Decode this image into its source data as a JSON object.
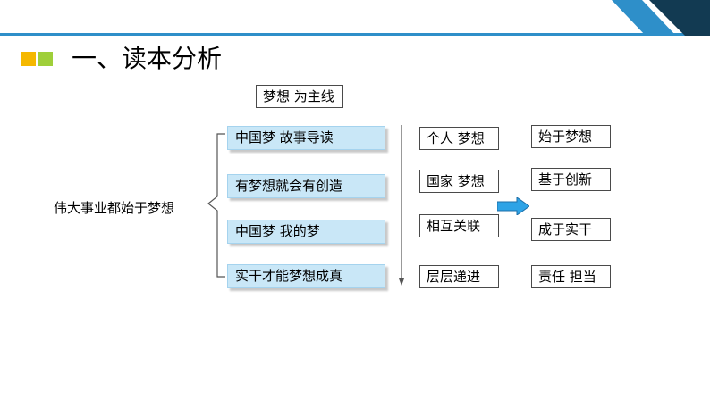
{
  "slide": {
    "title": "一、读本分析",
    "theme_box": "梦想 为主线",
    "main_label": "伟大事业都始于梦想",
    "left_items": [
      "中国梦 故事导读",
      "有梦想就会有创造",
      "中国梦 我的梦",
      "实干才能梦想成真"
    ],
    "middle_items": [
      "个人 梦想",
      "国家 梦想",
      "相互关联",
      "层层递进"
    ],
    "right_items": [
      "始于梦想",
      "基于创新",
      "成于实干",
      "责任 担当"
    ]
  },
  "colors": {
    "accent_line": "#2e8fc9",
    "corner_dark": "#123a52",
    "square_yellow": "#f5b800",
    "square_green": "#9fcf3a",
    "blue_box_fill": "#c9e7f7",
    "arrow_fill": "#2ea3e6"
  },
  "icons": {
    "bullet_squares": "two-color-square-bullets",
    "flow_arrow": "right-arrow-icon"
  }
}
